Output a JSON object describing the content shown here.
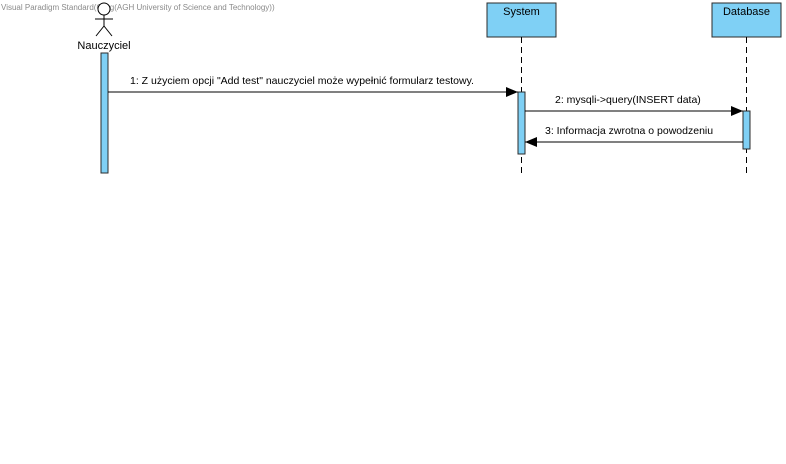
{
  "watermark": "Visual Paradigm Standard(Greg(AGH University of Science and Technology))",
  "actor": {
    "name": "Nauczyciel"
  },
  "lifelines": [
    {
      "name": "System"
    },
    {
      "name": "Database"
    }
  ],
  "messages": [
    {
      "label": "1: Z użyciem opcji \"Add test\" nauczyciel może wypełnić formularz testowy."
    },
    {
      "label": "2: mysqli->query(INSERT data)"
    },
    {
      "label": "3: Informacja zwrotna o powodzeniu"
    }
  ],
  "colors": {
    "box_fill": "#7fd0f5",
    "box_stroke": "#2b2b2b",
    "line": "#000000"
  }
}
